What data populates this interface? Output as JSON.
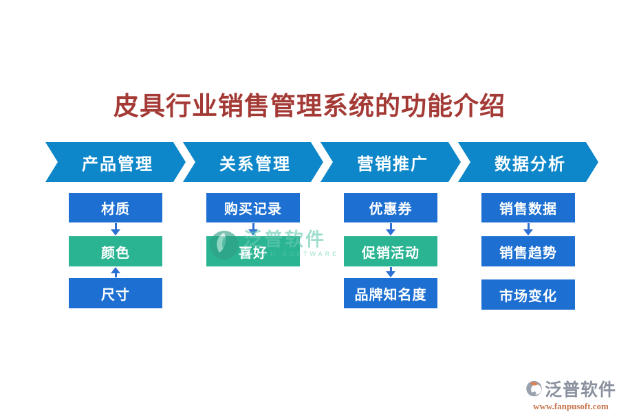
{
  "title": {
    "text": "皮具行业销售管理系统的功能介绍"
  },
  "colors": {
    "title-red": "#a43a36",
    "header-blue": "#0d87c9",
    "box-blue": "#1d70d2",
    "box-teal": "#2ab492",
    "arrow-blue": "#2e6fd3",
    "watermark-teal": "#2f9e86",
    "watermark-text": "#66c9b2",
    "footer-gray": "#8a919e",
    "footer-orange": "#c7764f",
    "logo-gray": "#99a1ad",
    "logo-orange": "#dd8457"
  },
  "columns": [
    {
      "header": "产品管理",
      "items": [
        {
          "label": "材质"
        },
        {
          "label": "颜色"
        },
        {
          "label": "尺寸"
        }
      ]
    },
    {
      "header": "关系管理",
      "items": [
        {
          "label": "购买记录"
        },
        {
          "label": "喜好"
        }
      ]
    },
    {
      "header": "营销推广",
      "items": [
        {
          "label": "优惠券"
        },
        {
          "label": "促销活动"
        },
        {
          "label": "品牌知名度"
        }
      ]
    },
    {
      "header": "数据分析",
      "items": [
        {
          "label": "销售数据"
        },
        {
          "label": "销售趋势"
        },
        {
          "label": "市场变化"
        }
      ]
    }
  ],
  "watermark": {
    "brand": "泛普软件",
    "brand_en": "FANPU SOFTWARE"
  },
  "footer": {
    "brand": "泛普软件",
    "url": "www.fanpusoft.com"
  }
}
